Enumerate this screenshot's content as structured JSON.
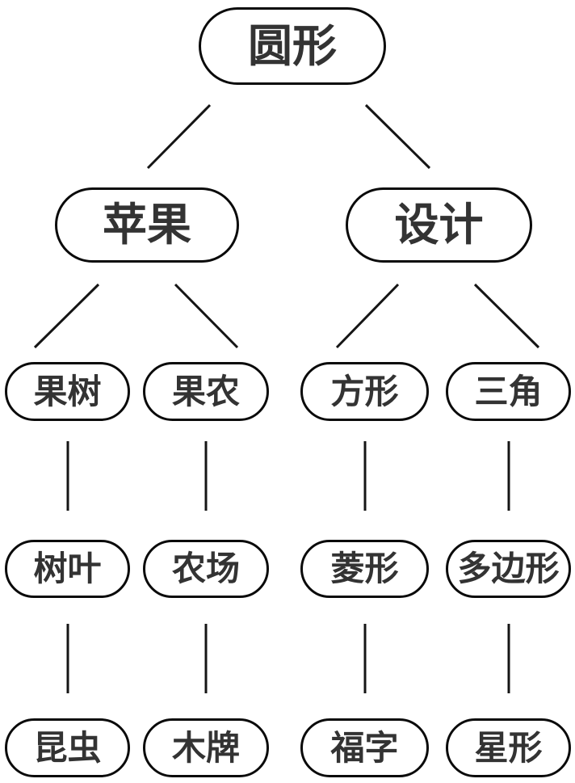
{
  "diagram": {
    "type": "mindmap-tree",
    "colors": {
      "background": "#ffffff",
      "node_fill": "#ffffff",
      "node_border": "#0a0a0a",
      "edge": "#151515",
      "text": "#333333"
    },
    "nodes": [
      {
        "id": "circle",
        "label": "圆形",
        "level": 1,
        "parent": null
      },
      {
        "id": "apple",
        "label": "苹果",
        "level": 2,
        "parent": "circle"
      },
      {
        "id": "design",
        "label": "设计",
        "level": 2,
        "parent": "circle"
      },
      {
        "id": "fruit-tree",
        "label": "果树",
        "level": 3,
        "parent": "apple"
      },
      {
        "id": "fruit-farmer",
        "label": "果农",
        "level": 3,
        "parent": "apple"
      },
      {
        "id": "square",
        "label": "方形",
        "level": 3,
        "parent": "design"
      },
      {
        "id": "triangle",
        "label": "三角",
        "level": 3,
        "parent": "design"
      },
      {
        "id": "leaf",
        "label": "树叶",
        "level": 4,
        "parent": "fruit-tree"
      },
      {
        "id": "farm",
        "label": "农场",
        "level": 4,
        "parent": "fruit-farmer"
      },
      {
        "id": "rhombus",
        "label": "菱形",
        "level": 4,
        "parent": "square"
      },
      {
        "id": "polygon",
        "label": "多边形",
        "level": 4,
        "parent": "triangle"
      },
      {
        "id": "insect",
        "label": "昆虫",
        "level": 5,
        "parent": "leaf"
      },
      {
        "id": "wooden-sign",
        "label": "木牌",
        "level": 5,
        "parent": "farm"
      },
      {
        "id": "fu-character",
        "label": "福字",
        "level": 5,
        "parent": "rhombus"
      },
      {
        "id": "star",
        "label": "星形",
        "level": 5,
        "parent": "polygon"
      }
    ]
  }
}
